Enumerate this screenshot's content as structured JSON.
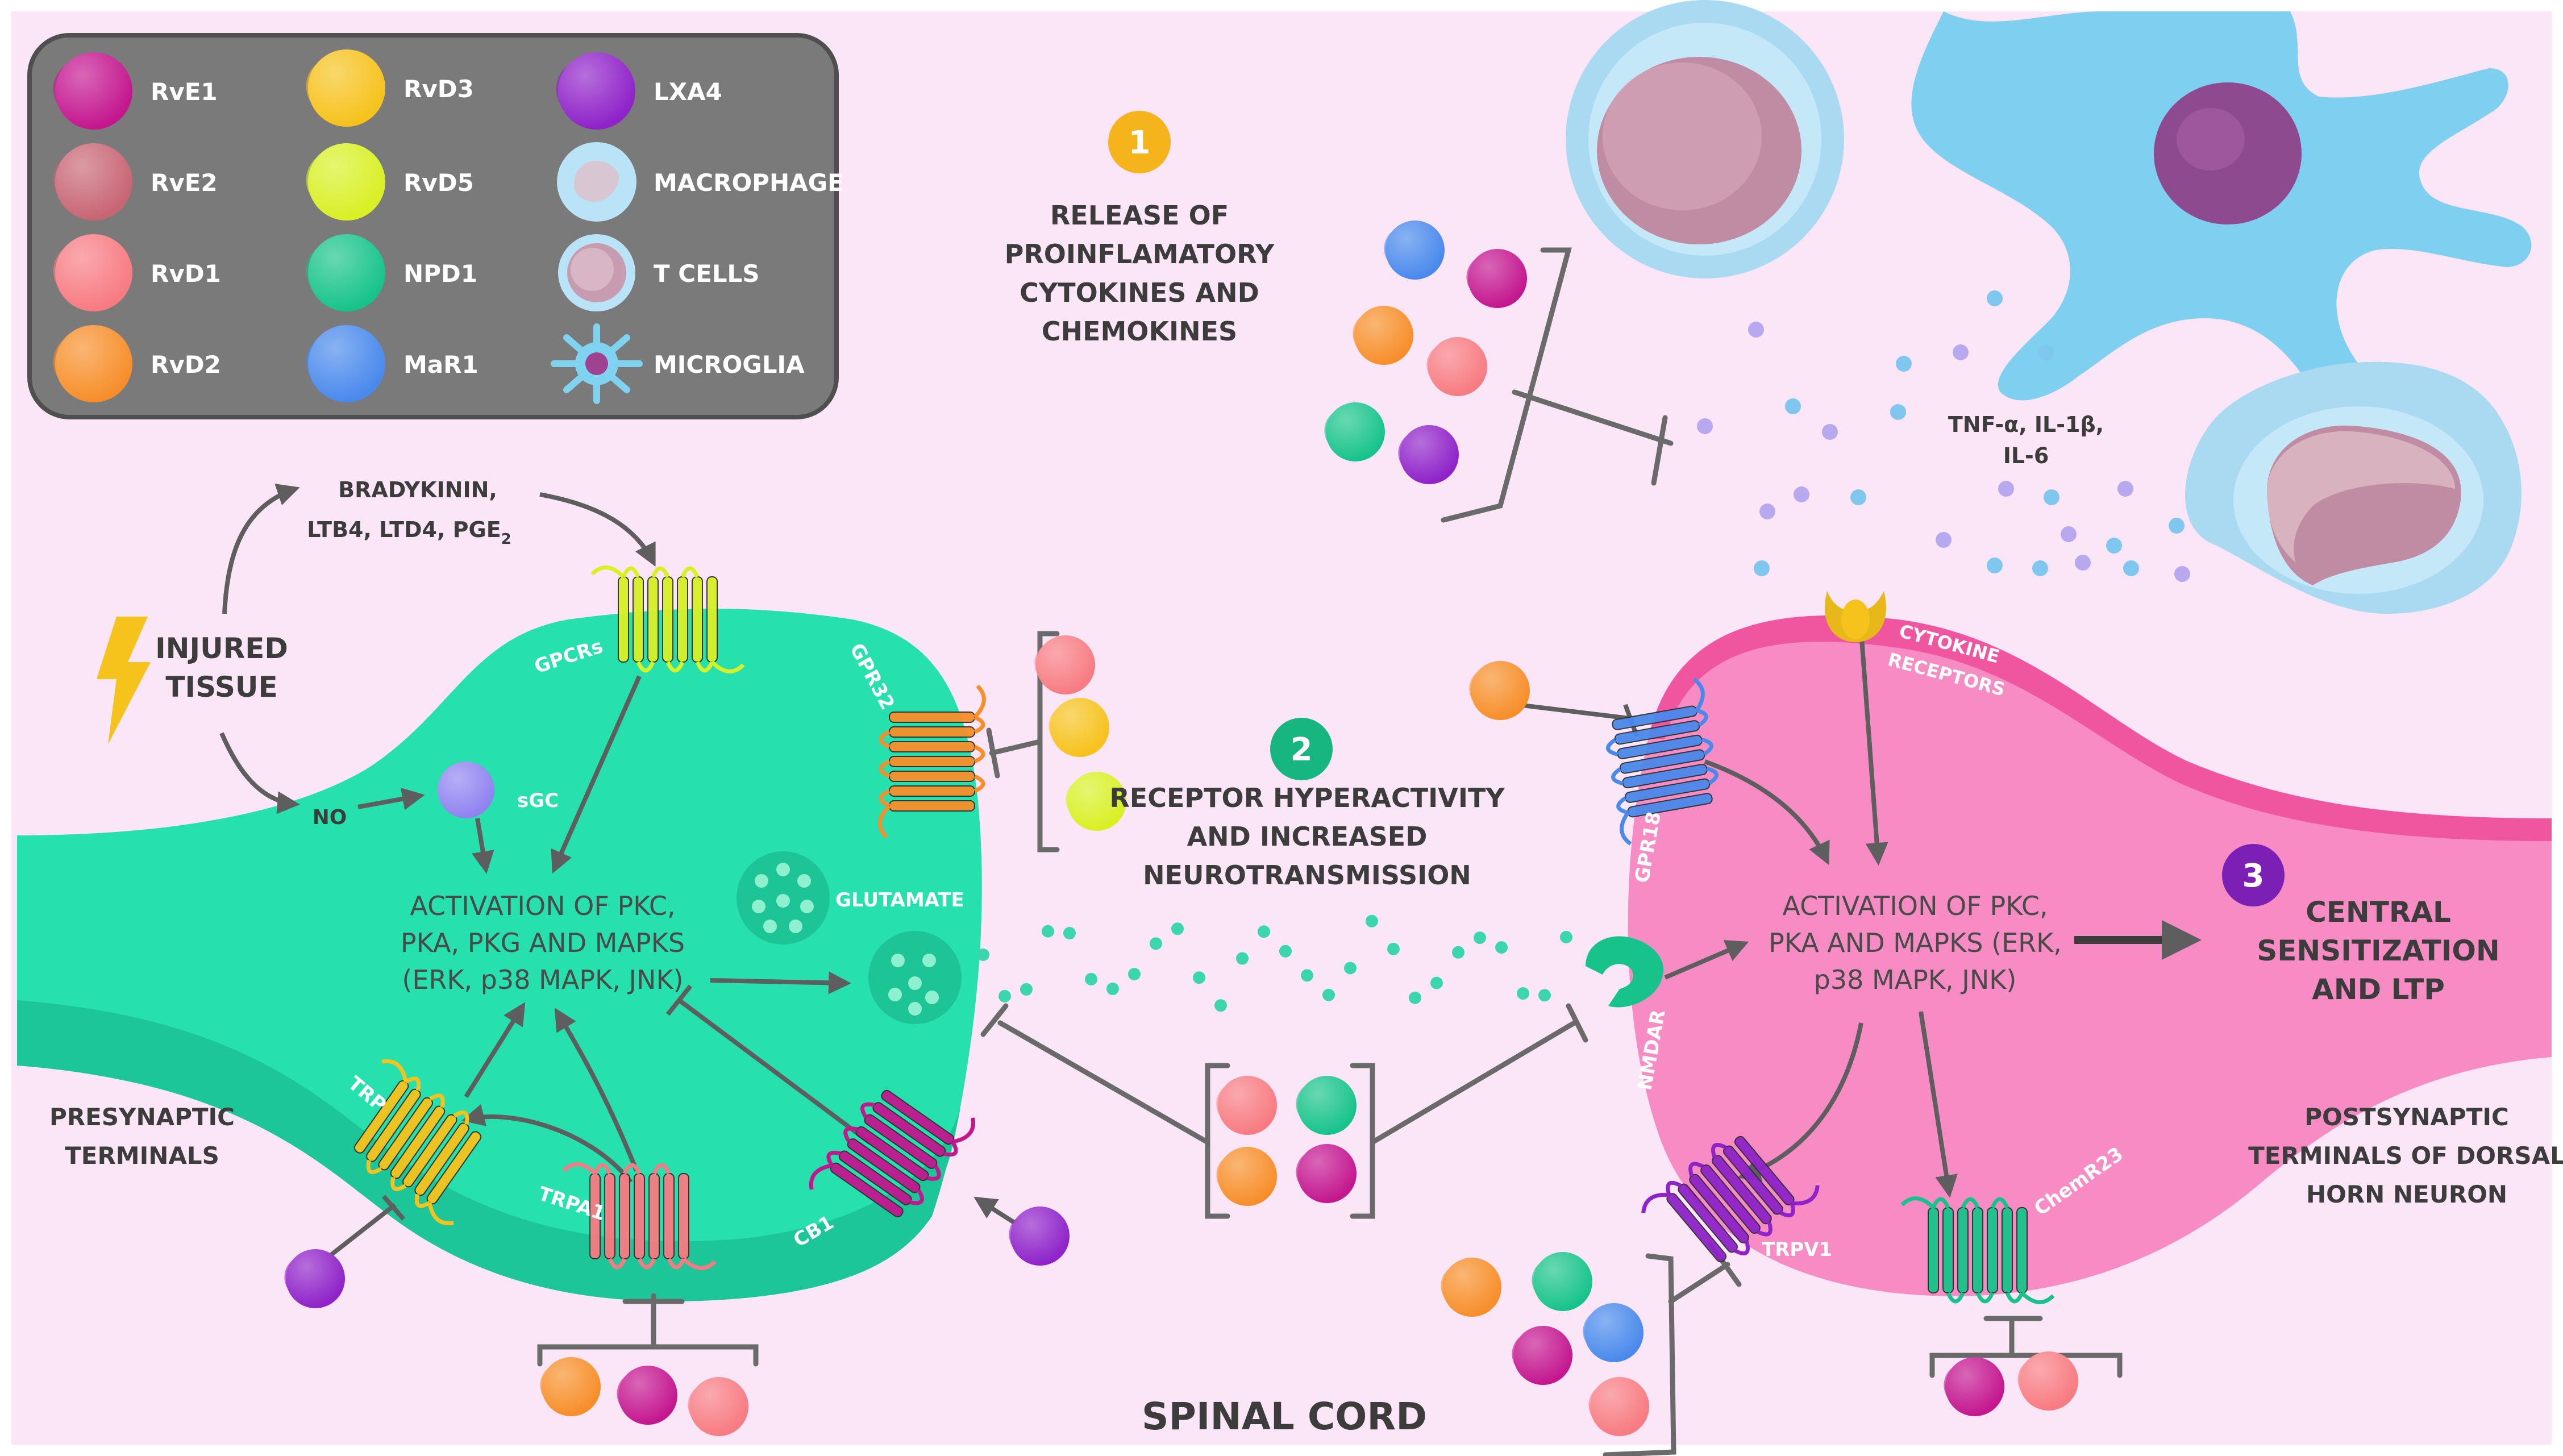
{
  "legend": [
    {
      "label": "RvE1",
      "color": "#c4168f"
    },
    {
      "label": "RvD3",
      "color": "#f6c21c"
    },
    {
      "label": "LXA4",
      "color": "#8f22c9"
    },
    {
      "label": "RvE2",
      "color": "#c86574"
    },
    {
      "label": "RvD5",
      "color": "#d8f024"
    },
    {
      "label": "MACROPHAGE",
      "color": "#b9e3f7",
      "icon": "macrophage-icon"
    },
    {
      "label": "RvD1",
      "color": "#f77b82"
    },
    {
      "label": "NPD1",
      "color": "#17c38b"
    },
    {
      "label": "T CELLS",
      "color": "#c9e6f6",
      "icon": "t-cell-icon"
    },
    {
      "label": "RvD2",
      "color": "#f78e2a"
    },
    {
      "label": "MaR1",
      "color": "#4a89ec"
    },
    {
      "label": "MICROGLIA",
      "color": "#7fd2f0",
      "icon": "microglia-icon"
    }
  ],
  "steps": {
    "s1": {
      "num": "1",
      "color": "#f5b41c",
      "lines": [
        "RELEASE OF",
        "PROINFLAMATORY",
        "CYTOKINES AND",
        "CHEMOKINES"
      ]
    },
    "s2": {
      "num": "2",
      "color": "#17b57f",
      "lines": [
        "RECEPTOR HYPERACTIVITY",
        "AND INCREASED",
        "NEUROTRANSMISSION"
      ]
    },
    "s3": {
      "num": "3",
      "color": "#7c1fb5",
      "lines": [
        "CENTRAL",
        "SENSITIZATION",
        "AND LTP"
      ]
    }
  },
  "labels": {
    "injured": [
      "INJURED",
      "TISSUE"
    ],
    "bradykinin": [
      "BRADYKININ,",
      "LTB4, LTD4, PGE"
    ],
    "bradykinin_sub": "2",
    "no": "NO",
    "sgc": "sGC",
    "glutamate": "GLUTAMATE",
    "activation_pre": [
      "ACTIVATION OF PKC,",
      "PKA, PKG AND MAPKS",
      "(ERK, p38 MAPK, JNK)"
    ],
    "activation_post": [
      "ACTIVATION OF PKC,",
      "PKA AND MAPKS (ERK,",
      "p38 MAPK, JNK)"
    ],
    "presynaptic": [
      "PRESYNAPTIC",
      "TERMINALS"
    ],
    "postsynaptic": [
      "POSTSYNAPTIC",
      "TERMINALS OF DORSAL",
      "HORN NEURON"
    ],
    "spinal": "SPINAL CORD",
    "cytokines": [
      "TNF-α, IL-1β,",
      "IL-6"
    ],
    "receptors": {
      "gpcrs": "GPCRs",
      "gpr32": "GPR32",
      "trp": "TRP",
      "trpa1": "TRPA1",
      "cb1": "CB1",
      "gpr18": "GPR18",
      "nmdar": "NMDAR",
      "trpv1": "TRPV1",
      "chemr23": "ChemR23",
      "cytokine_receptors": [
        "CYTOKINE",
        "RECEPTORS"
      ]
    }
  }
}
